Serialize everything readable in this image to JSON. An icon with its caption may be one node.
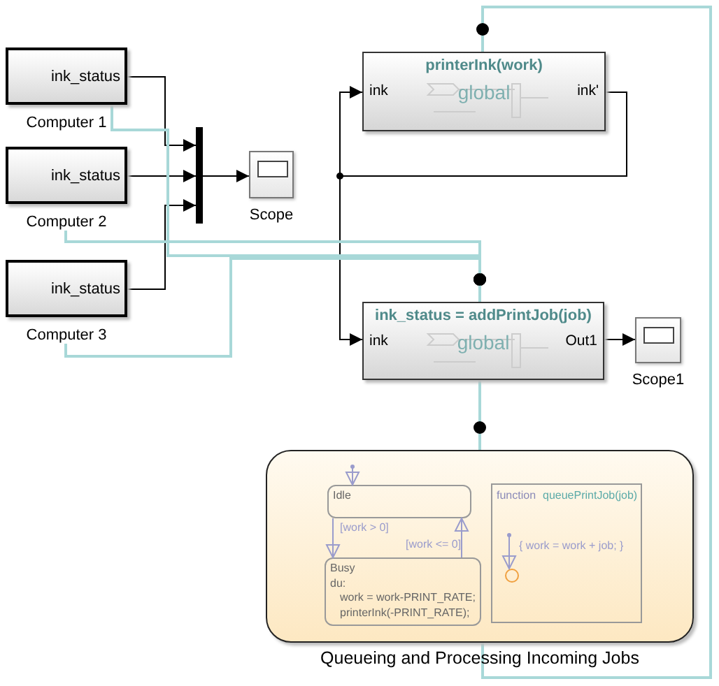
{
  "diagram": {
    "nodes": [
      {
        "text": [
          "ink_status"
        ],
        "beside": [
          "Computer 1"
        ]
      },
      {
        "text": [
          "ink_status"
        ],
        "beside": [
          "Computer 2"
        ]
      },
      {
        "text": [
          "ink_status"
        ],
        "beside": [
          "Computer 3"
        ]
      },
      {
        "text": [],
        "shape": "bar"
      },
      {
        "text": [],
        "shape": "box",
        "beside": [
          "Scope"
        ]
      },
      {
        "text": [
          "printerInk(work)",
          "ink",
          "global",
          "ink'"
        ]
      },
      {
        "text": [
          "ink_status = addPrintJob(job)",
          "ink",
          "global",
          "Out1"
        ]
      },
      {
        "text": [],
        "shape": "box",
        "beside": [
          "Scope1"
        ]
      },
      {
        "text": [],
        "shape": "box",
        "beside": [
          "Queueing and Processing Incoming Jobs"
        ]
      },
      {
        "text": [
          "Idle"
        ],
        "in": 8
      },
      {
        "text": [
          "Busy",
          "du:",
          "work = work-PRINT_RATE;",
          "printerInk(-PRINT_RATE);"
        ],
        "in": 8
      },
      {
        "text": [
          "function",
          "queuePrintJob(job)"
        ],
        "in": 8
      },
      {
        "text": [],
        "shape": "circle",
        "in": 11
      }
    ],
    "edges": [
      {
        "from": 0,
        "to": 3,
        "arrow": "to"
      },
      {
        "from": 1,
        "to": 3,
        "arrow": "to"
      },
      {
        "from": 2,
        "to": 3,
        "arrow": "to"
      },
      {
        "from": 3,
        "to": 4,
        "arrow": "to"
      },
      {
        "from": 5,
        "to": 5,
        "arrow": "to"
      },
      {
        "from": 5,
        "to": 6,
        "arrow": "to"
      },
      {
        "from": 6,
        "to": 7,
        "arrow": "to"
      },
      {
        "from": 0,
        "to": 6,
        "arrow": "other",
        "color": "#a8d8d8"
      },
      {
        "from": 1,
        "to": 6,
        "arrow": "other",
        "color": "#a8d8d8"
      },
      {
        "from": 2,
        "to": 6,
        "arrow": "other",
        "color": "#a8d8d8"
      },
      {
        "from": 6,
        "to": 8,
        "arrow": "other",
        "color": "#a8d8d8"
      },
      {
        "from": 8,
        "to": 5,
        "arrow": "other",
        "color": "#a8d8d8"
      },
      {
        "from": null,
        "to": 9,
        "arrow": "to",
        "color": "#9a9ccc"
      },
      {
        "from": 9,
        "to": 10,
        "arrow": "to",
        "label": "[work > 0]",
        "color": "#9a9ccc"
      },
      {
        "from": 10,
        "to": 9,
        "arrow": "to",
        "label": "[work <= 0]",
        "color": "#9a9ccc"
      },
      {
        "from": null,
        "to": 12,
        "arrow": "to",
        "label": "{ work = work + job; }",
        "color": "#9a9ccc"
      }
    ]
  }
}
